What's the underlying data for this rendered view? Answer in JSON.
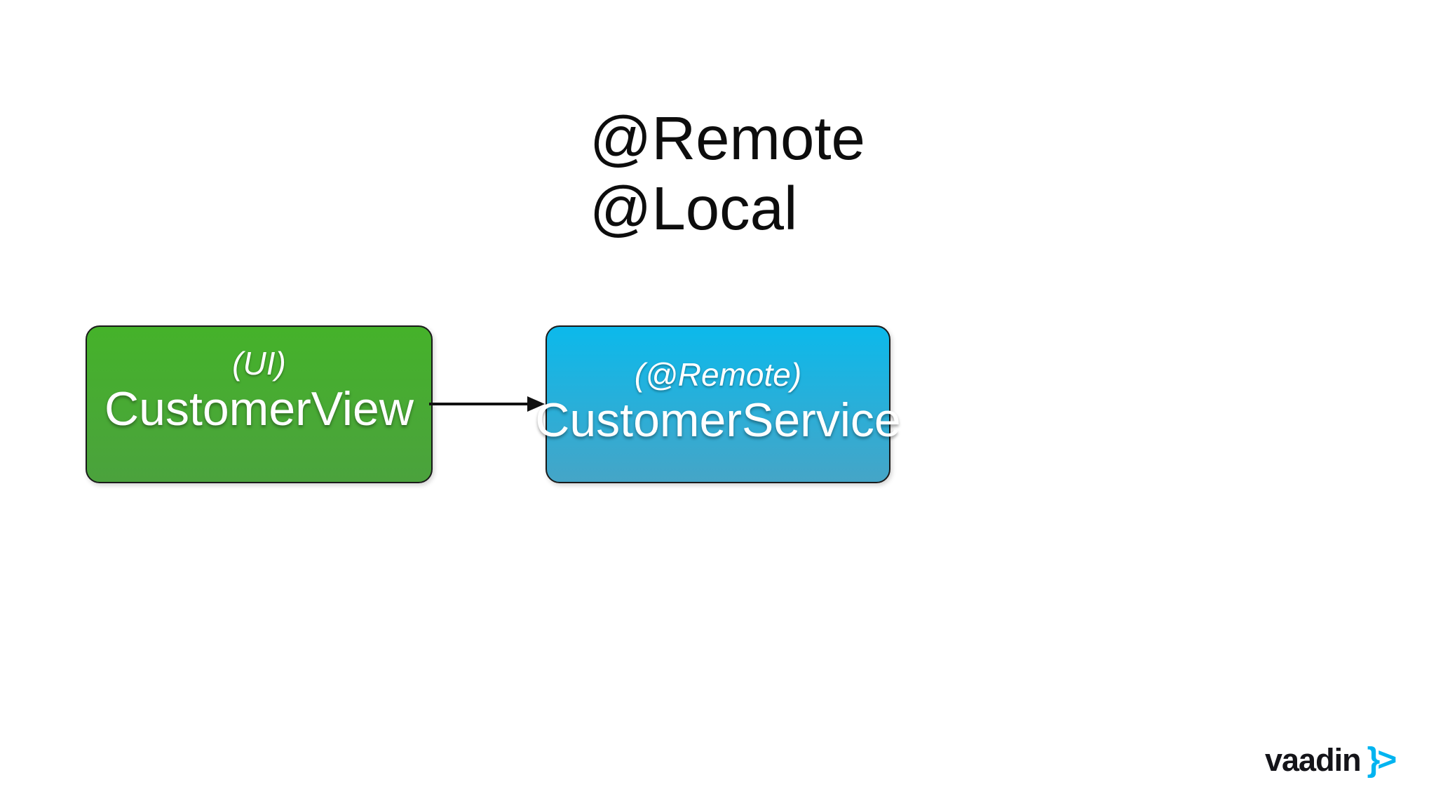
{
  "slide": {
    "background_color": "#ffffff",
    "heading": {
      "lines": [
        "@Remote",
        "@Local"
      ],
      "color": "#0d0d0d"
    },
    "nodes": [
      {
        "stereotype": "(UI)",
        "name": "CustomerView",
        "gradient_top": "#45b22a",
        "gradient_bottom": "#4ba23d",
        "border_color": "#1a1a1a",
        "text_color": "#ffffff"
      },
      {
        "stereotype": "(@Remote)",
        "name": "CustomerService",
        "gradient_top": "#0cb9eb",
        "gradient_bottom": "#45a5c7",
        "border_color": "#1a1a1a",
        "text_color": "#ffffff"
      }
    ],
    "connector": {
      "from": "CustomerView",
      "to": "CustomerService",
      "color": "#111111"
    },
    "logo": {
      "wordmark": "vaadin",
      "symbol": "}>",
      "wordmark_color": "#141419",
      "symbol_color": "#00b4f0"
    }
  }
}
